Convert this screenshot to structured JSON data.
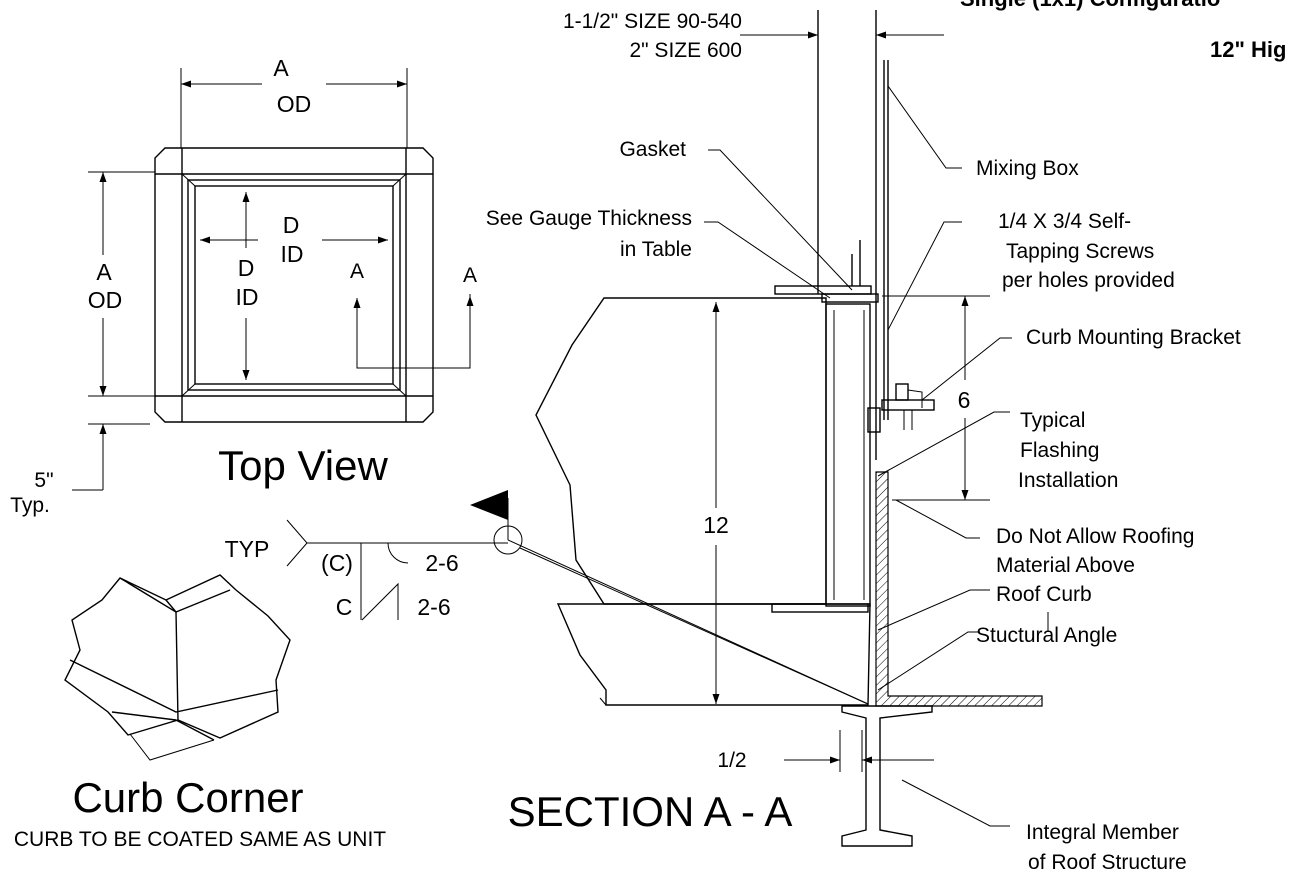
{
  "header": {
    "title_line1": "Single (1x1) Configuratio",
    "title_line2": "12\" Hig"
  },
  "top_view": {
    "title": "Top View",
    "dim_a_od_h_1": "A",
    "dim_a_od_h_2": "OD",
    "dim_a_od_v_1": "A",
    "dim_a_od_v_2": "OD",
    "dim_d_id_h_1": "D",
    "dim_d_id_h_2": "ID",
    "dim_d_id_v_1": "D",
    "dim_d_id_v_2": "ID",
    "section_mark_left": "A",
    "section_mark_right": "A",
    "typ_dim_1": "5\"",
    "typ_dim_2": "Typ."
  },
  "weld_symbol": {
    "typ": "TYP",
    "c_paren": "(C)",
    "weld_1": "2-6",
    "c": "C",
    "weld_2": "2-6"
  },
  "curb_corner": {
    "title": "Curb Corner",
    "note": "CURB TO BE COATED SAME AS UNIT"
  },
  "section": {
    "title": "SECTION A - A",
    "size_line1": "1-1/2\" SIZE 90-540",
    "size_line2": "2\" SIZE 600",
    "gasket": "Gasket",
    "gauge_1": "See Gauge Thickness",
    "gauge_2": "in Table",
    "mixing_box": "Mixing Box",
    "screws_1": "1/4 X 3/4 Self-",
    "screws_2": "Tapping Screws",
    "screws_3": "per holes provided",
    "bracket": "Curb Mounting Bracket",
    "dim_6": "6",
    "flashing_1": "Typical",
    "flashing_2": "Flashing",
    "flashing_3": "Installation",
    "roofing_1": "Do Not Allow Roofing",
    "roofing_2": "Material Above",
    "roof_curb": "Roof Curb",
    "angle": "Stuctural Angle",
    "dim_12": "12",
    "dim_half": "1/2",
    "integral_1": "Integral Member",
    "integral_2": "of Roof Structure"
  }
}
